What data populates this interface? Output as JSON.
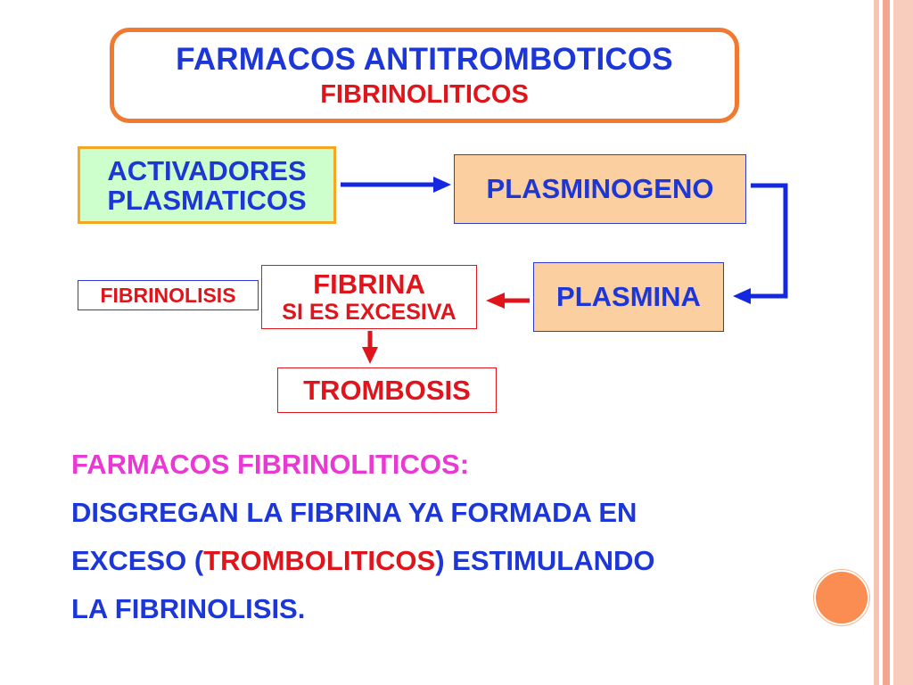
{
  "slide": {
    "title": "FARMACOS ANTITROMBOTICOS",
    "subtitle": "FIBRINOLITICOS"
  },
  "diagram": {
    "activadores_line1": "ACTIVADORES",
    "activadores_line2": "PLASMATICOS",
    "plasminogeno": "PLASMINOGENO",
    "plasmina": "PLASMINA",
    "fibrina_line1": "FIBRINA",
    "fibrina_line2": "SI ES EXCESIVA",
    "fibrinolisis": "FIBRINOLISIS",
    "trombosis": "TROMBOSIS"
  },
  "description": {
    "heading": "FARMACOS FIBRINOLITICOS:",
    "line1": "DISGREGAN LA FIBRINA YA FORMADA EN",
    "line2_before": "EXCESO (",
    "line2_highlight": "TROMBOLITICOS",
    "line2_after": ") ESTIMULANDO",
    "line3": "LA FIBRINOLISIS."
  },
  "colors": {
    "title_blue": "#1d36d6",
    "accent_red": "#e0141b",
    "heading_pink": "#e83ad3",
    "title_border_orange": "#f07a30",
    "node_fill_peach": "#fbcf9f",
    "node_fill_green": "#ccffcc",
    "arrow_blue": "#1428e0",
    "arrow_red": "#e0141b"
  }
}
